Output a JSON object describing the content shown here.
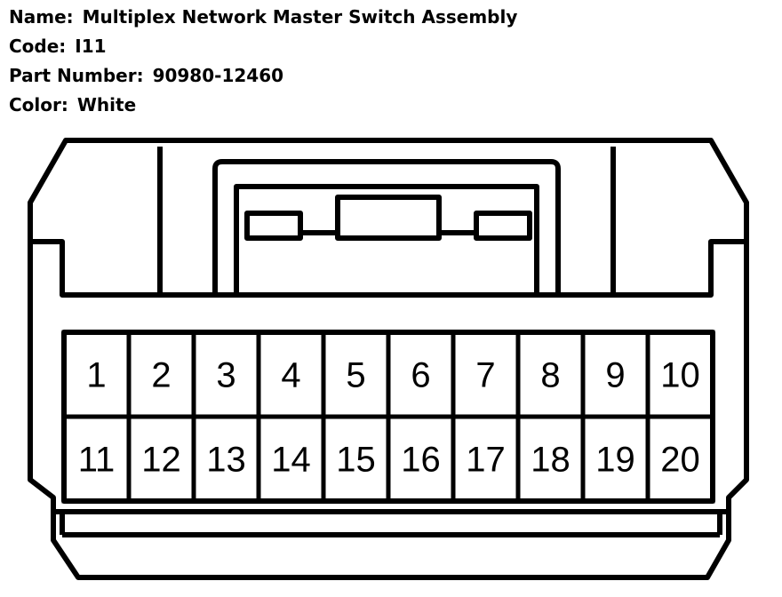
{
  "header": {
    "name_label": "Name:",
    "name_value": "Multiplex Network Master Switch Assembly",
    "code_label": "Code:",
    "code_value": "I11",
    "part_label": "Part Number:",
    "part_value": "90980-12460",
    "color_label": "Color:",
    "color_value": "White"
  },
  "connector": {
    "pins_row1": [
      "1",
      "2",
      "3",
      "4",
      "5",
      "6",
      "7",
      "8",
      "9",
      "10"
    ],
    "pins_row2": [
      "11",
      "12",
      "13",
      "14",
      "15",
      "16",
      "17",
      "18",
      "19",
      "20"
    ]
  }
}
